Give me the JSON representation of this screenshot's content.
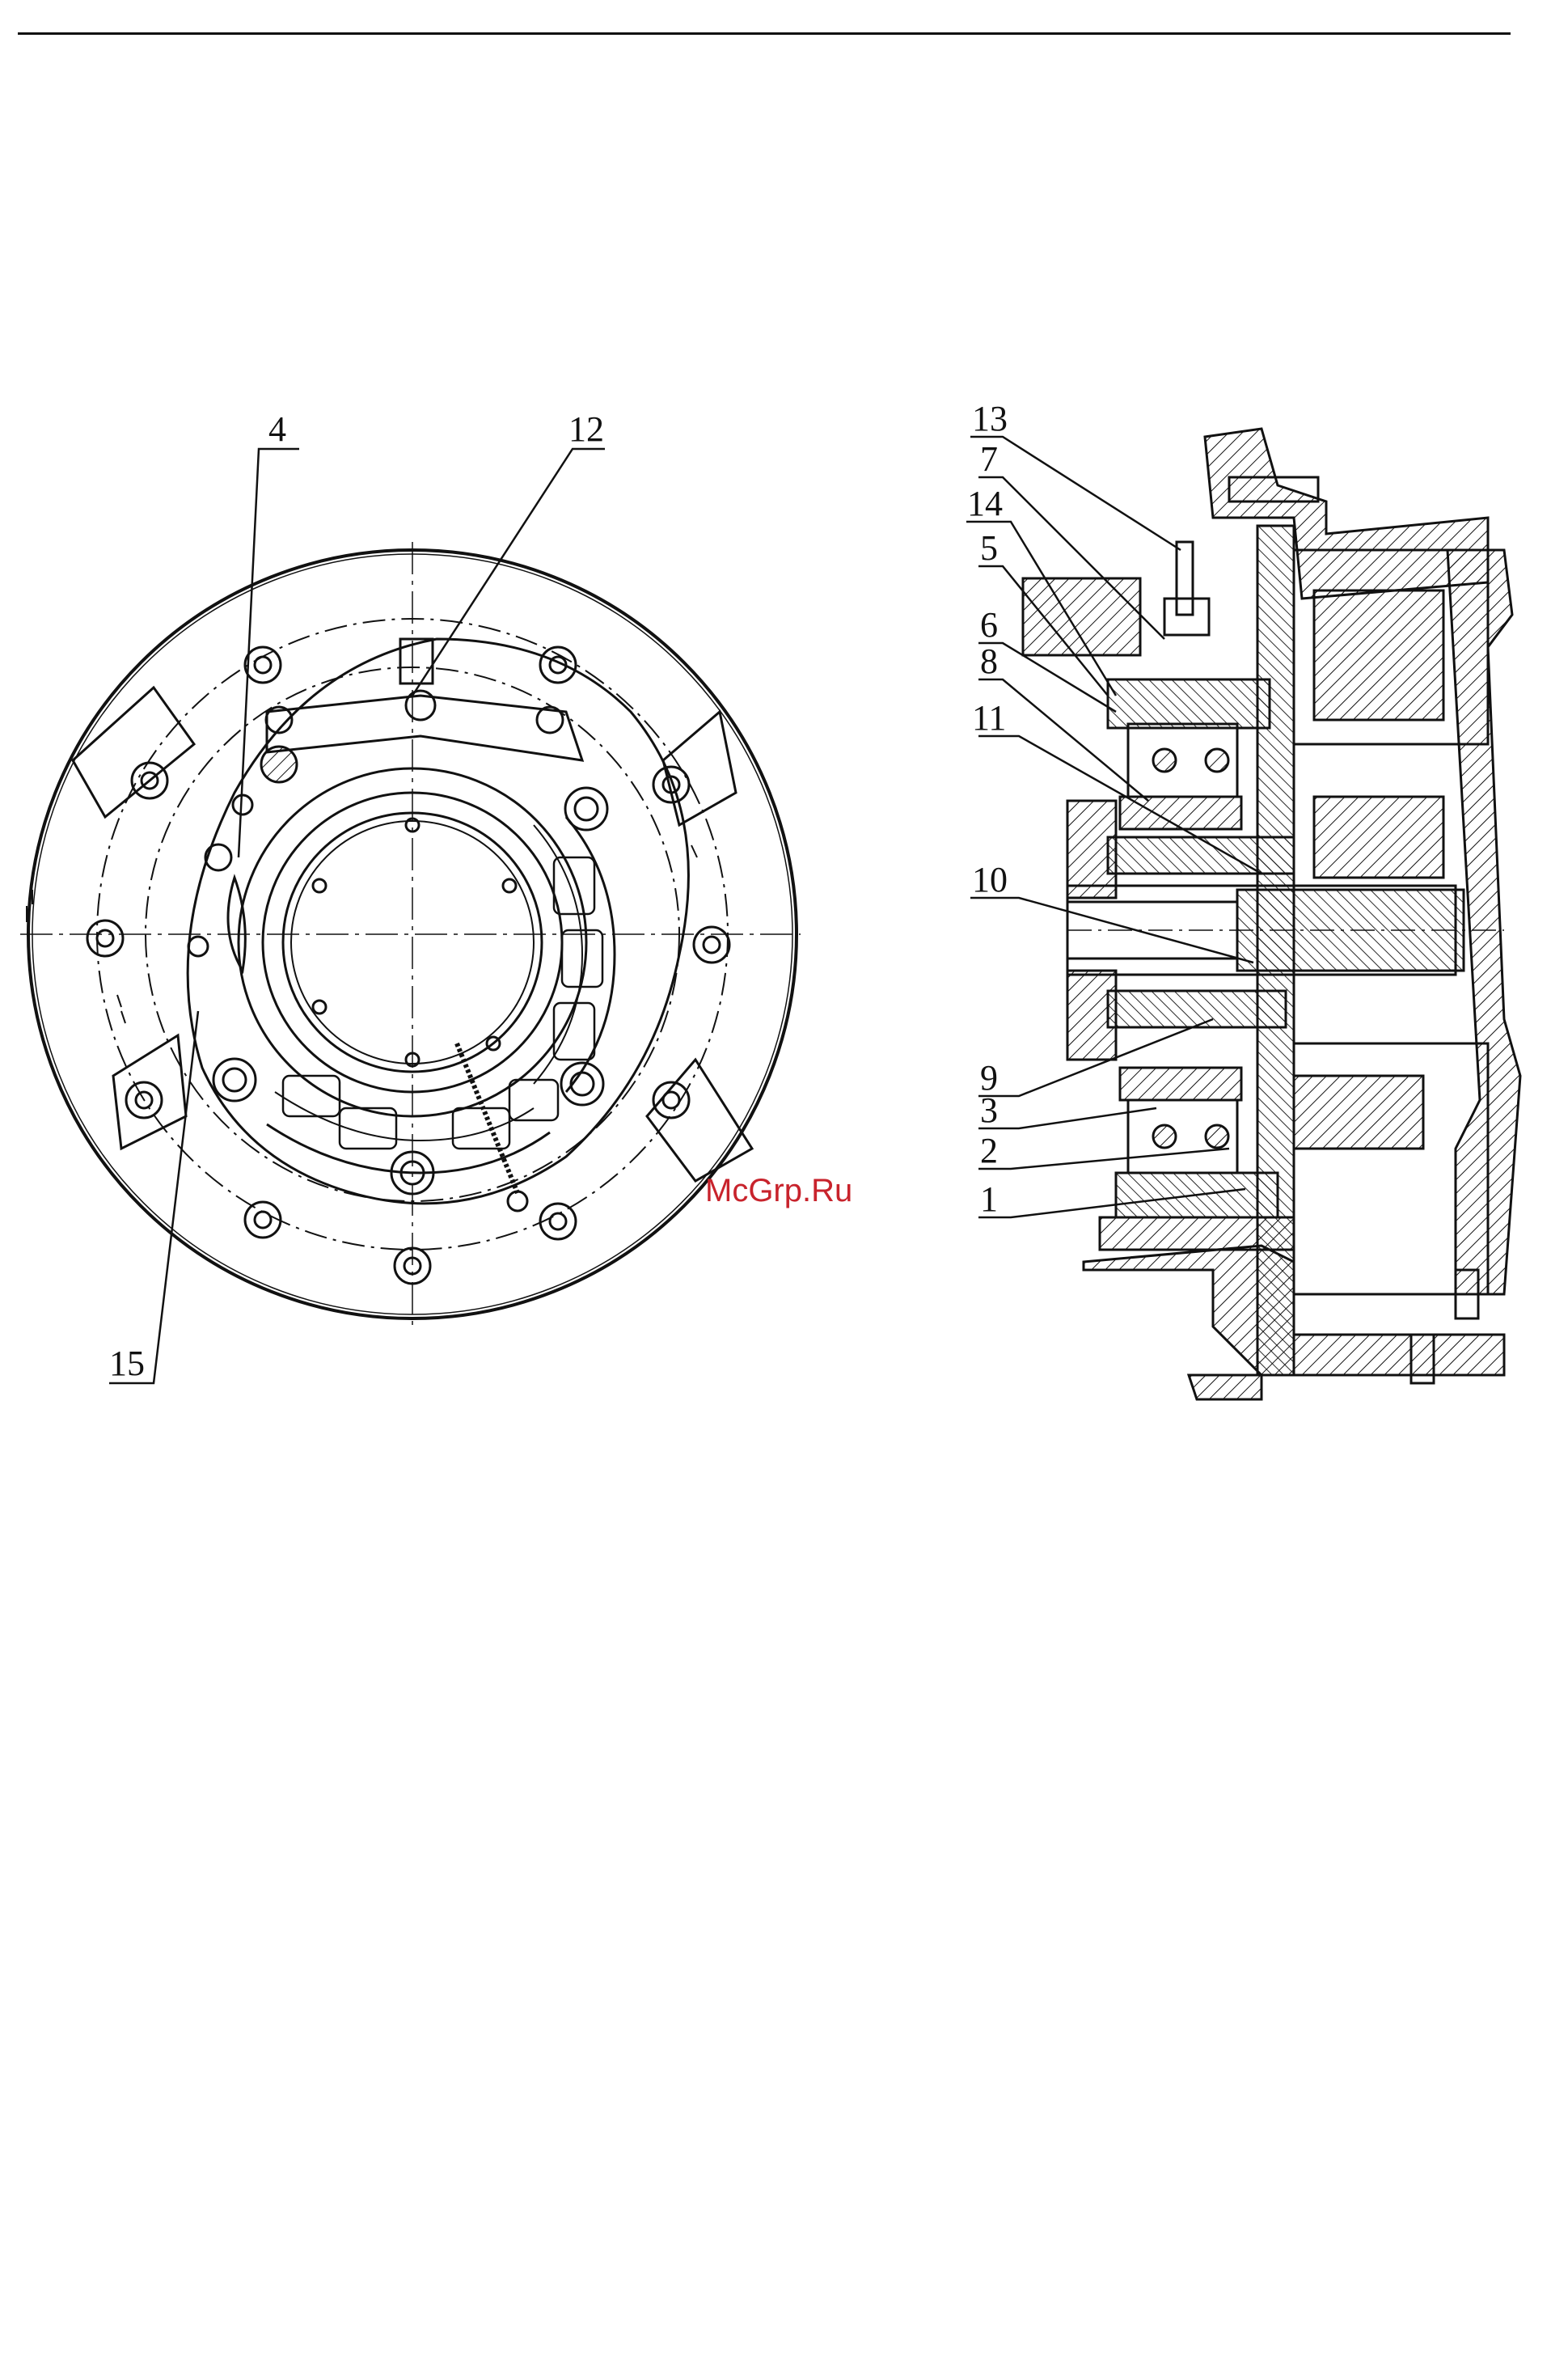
{
  "document": {
    "watermark": "McGrp.Ru",
    "front_view_callouts": [
      "4",
      "12",
      "15"
    ],
    "section_view_callouts": [
      "13",
      "7",
      "14",
      "5",
      "6",
      "8",
      "11",
      "10",
      "9",
      "3",
      "2",
      "1"
    ]
  },
  "colors": {
    "ink": "#111111",
    "watermark": "#c8232c",
    "paper": "#ffffff"
  }
}
